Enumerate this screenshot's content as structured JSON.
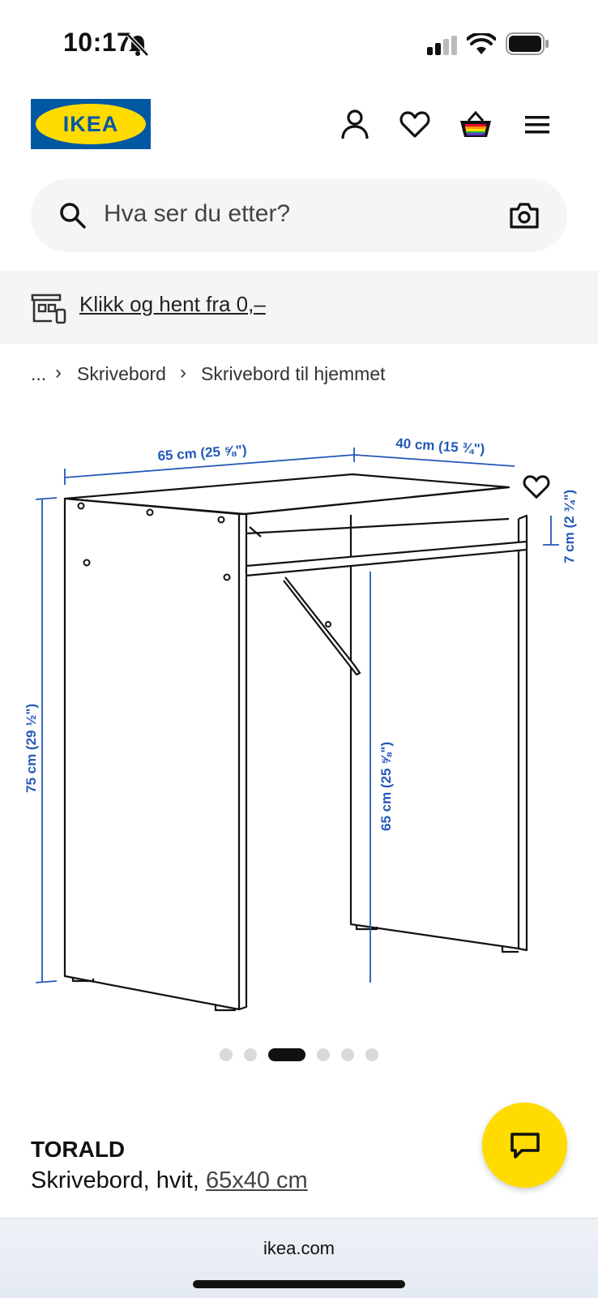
{
  "status_bar": {
    "time": "10:17"
  },
  "header": {
    "logo_text": "IKEA",
    "icons": [
      "profile-icon",
      "heart-icon",
      "basket-icon",
      "menu-icon"
    ]
  },
  "search": {
    "placeholder": "Hva ser du etter?"
  },
  "promo": {
    "label": "Klikk og hent fra 0,–"
  },
  "breadcrumb": {
    "ellipsis": "...",
    "items": [
      "Skrivebord",
      "Skrivebord til hjemmet"
    ]
  },
  "image": {
    "dim_width": "65 cm (25 ⅝\")",
    "dim_depth": "40 cm (15 ¾\")",
    "dim_height": "75 cm (29 ½\")",
    "dim_underside": "65 cm (25 ⅝\")",
    "dim_shelf": "7 cm (2 ¾\")"
  },
  "carousel": {
    "count": 6,
    "active_index": 2
  },
  "product": {
    "name": "TORALD",
    "desc_prefix": "Skrivebord, hvit, ",
    "size_link": "65x40 cm"
  },
  "browser": {
    "url": "ikea.com"
  },
  "colors": {
    "ikea_blue": "#0058a3",
    "ikea_yellow": "#ffdb00",
    "dim_blue": "#2458b8"
  }
}
